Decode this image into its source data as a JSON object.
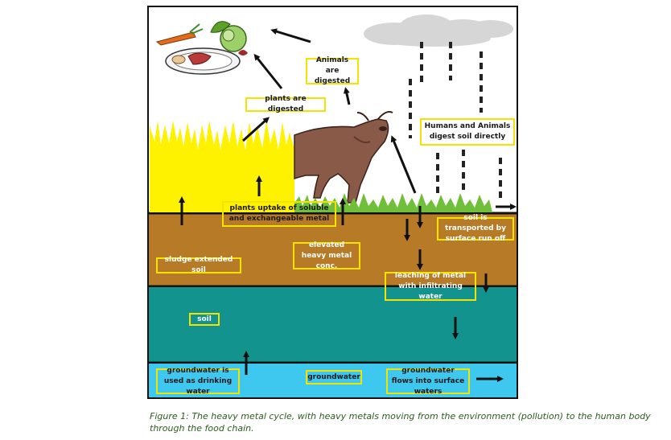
{
  "labels": {
    "animals_digested": "Animals are digested",
    "plants_digested": "plants are digested",
    "humans_animals_digest_soil": "Humans and Animals digest soil directly",
    "plants_uptake": "plants uptake of soluble and exchangeable metal",
    "soil_transported": "soil is transported by surface run off",
    "sludge_extended_soil": "sludge extended soil",
    "elevated_heavy_metal": "elevated heavy metal conc.",
    "leaching": "leaching of metal with infiltrating water",
    "soil": "soil",
    "groundwater_drinking": "groundwater is used as drinking water",
    "groundwater": "groundwater",
    "groundwater_flows": "groundwater flows into surface waters"
  },
  "caption": "Figure 1: The heavy metal cycle, with heavy metals moving from the environment (pollution) to the human body through the food chain.",
  "colors": {
    "label_border": "#f2e400",
    "soil_layer": "#b77a26",
    "teal_layer": "#12938d",
    "groundwater_layer": "#3ec8ef",
    "plants": "#fff200",
    "grass": "#6fbf3a",
    "cow": "#8a5a48",
    "caption_text": "#2c5c1e"
  }
}
